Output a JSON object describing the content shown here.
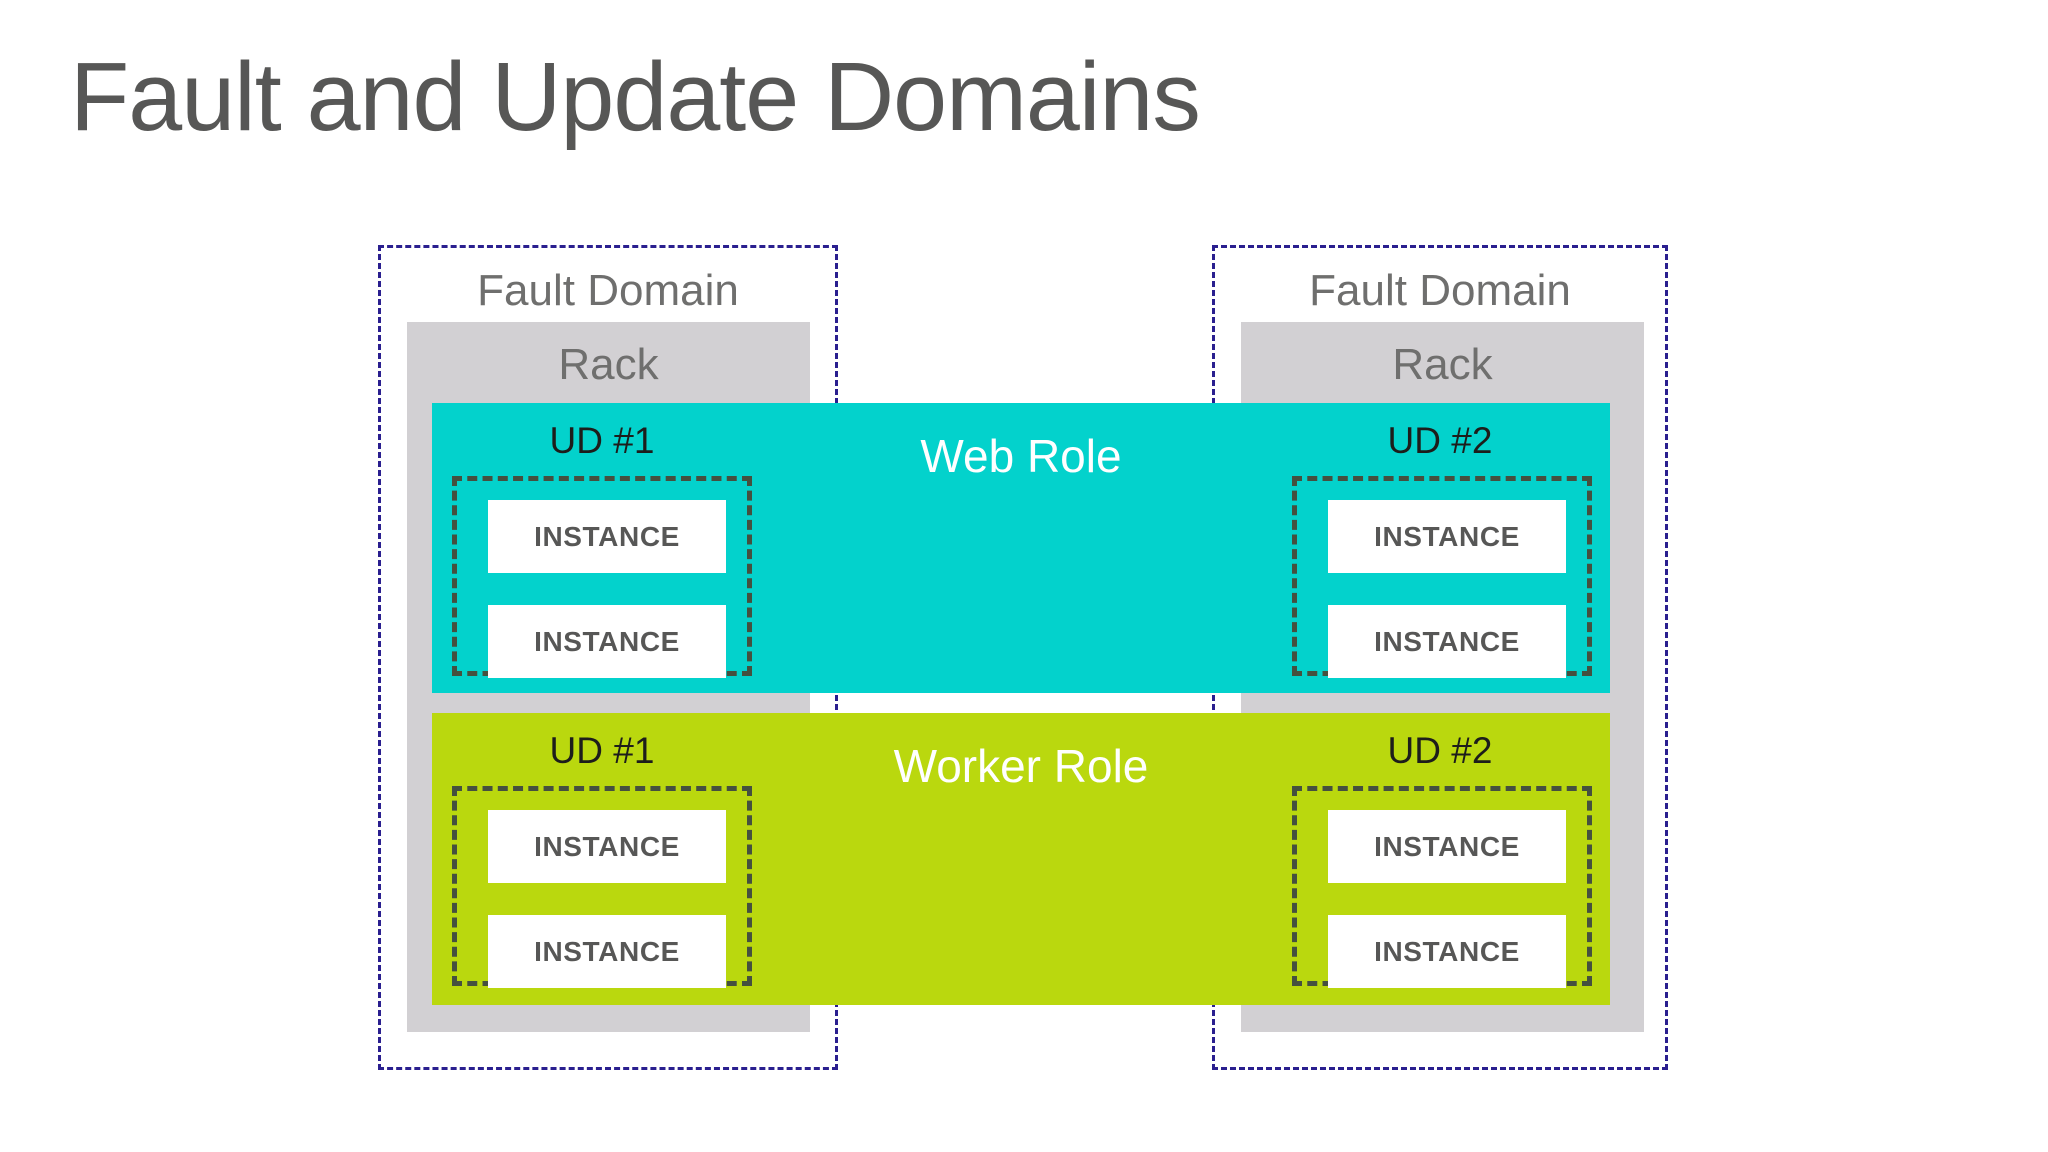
{
  "slide": {
    "title": "Fault and Update Domains",
    "colors": {
      "title_text": "#575756",
      "fault_domain_border": "#2a1f8f",
      "rack_fill": "#d2d0d3",
      "web_role_fill": "#03d2cc",
      "worker_role_fill": "#bad80e",
      "ud_border": "#45503f",
      "instance_fill": "#ffffff",
      "instance_text": "#575756",
      "background": "#ffffff"
    }
  },
  "fault_domains": [
    {
      "id": "left",
      "label": "Fault Domain",
      "rack_label": "Rack"
    },
    {
      "id": "right",
      "label": "Fault Domain",
      "rack_label": "Rack"
    }
  ],
  "roles": [
    {
      "id": "web",
      "title": "Web Role",
      "fill": "#03d2cc",
      "update_domains": [
        {
          "label": "UD #1",
          "instances": [
            {
              "label": "INSTANCE"
            },
            {
              "label": "INSTANCE"
            }
          ]
        },
        {
          "label": "UD #2",
          "instances": [
            {
              "label": "INSTANCE"
            },
            {
              "label": "INSTANCE"
            }
          ]
        }
      ]
    },
    {
      "id": "worker",
      "title": "Worker Role",
      "fill": "#bad80e",
      "update_domains": [
        {
          "label": "UD #1",
          "instances": [
            {
              "label": "INSTANCE"
            },
            {
              "label": "INSTANCE"
            }
          ]
        },
        {
          "label": "UD #2",
          "instances": [
            {
              "label": "INSTANCE"
            },
            {
              "label": "INSTANCE"
            }
          ]
        }
      ]
    }
  ]
}
